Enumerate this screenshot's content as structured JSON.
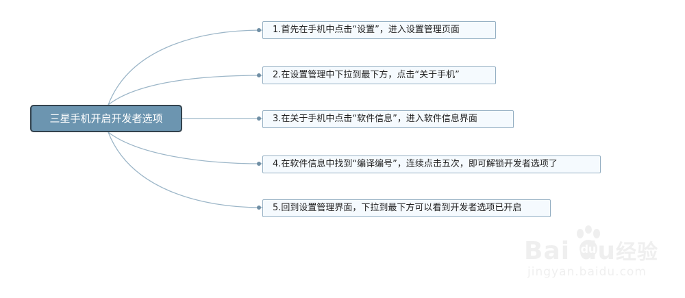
{
  "mindmap": {
    "root": {
      "label": "三星手机开启开发者选项"
    },
    "children": [
      {
        "label": "1.首先在手机中点击“设置”，进入设置管理页面"
      },
      {
        "label": "2.在设置管理中下拉到最下方，点击“关于手机”"
      },
      {
        "label": "3.在关于手机中点击“软件信息”，进入软件信息界面"
      },
      {
        "label": "4.在软件信息中找到“编译编号”，连续点击五次，即可解锁开发者选项了"
      },
      {
        "label": "5.回到设置管理界面，下拉到最下方可以看到开发者选项已开启"
      }
    ]
  },
  "colors": {
    "root_fill": "#6c95b0",
    "root_border": "#33424d",
    "child_fill": "#f5fafe",
    "child_border": "#93aec2",
    "link": "#9cb6c8"
  },
  "watermark": {
    "brand": "Bai  du",
    "brand_cn": "经验",
    "url": "jingyan.baidu.com",
    "icon": "baidu-paw-icon"
  }
}
